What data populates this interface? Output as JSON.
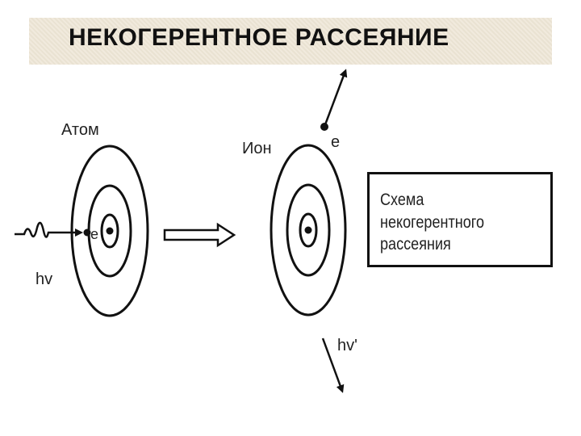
{
  "title": "НЕКОГЕРЕНТНОЕ РАССЕЯНИЕ",
  "atom": {
    "label": "Атом",
    "photon_label": "hv",
    "electron_label": "e"
  },
  "ion": {
    "label": "Ион",
    "electron_label": "e",
    "photon_label": "hv'"
  },
  "caption": "Схема некогерентного рассеяния",
  "colors": {
    "title_background": "#eee6d6",
    "ink": "#111111"
  }
}
